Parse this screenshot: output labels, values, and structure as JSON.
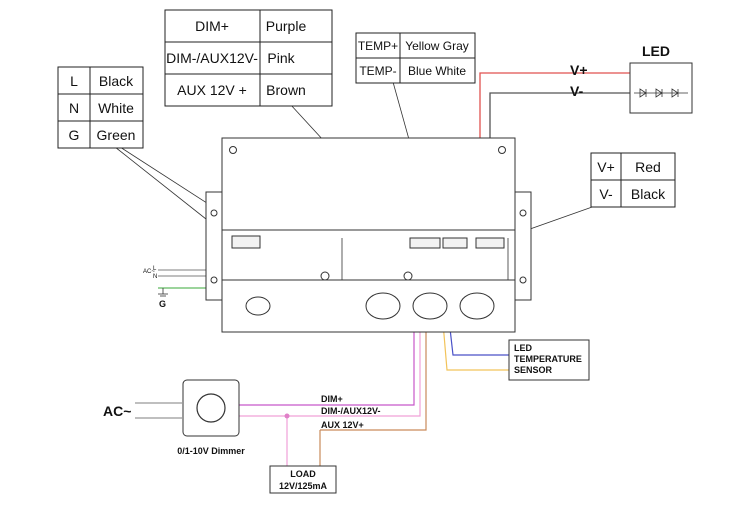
{
  "tables": {
    "dim": [
      {
        "signal": "DIM+",
        "color": "Purple"
      },
      {
        "signal": "DIM-/AUX12V-",
        "color": "Pink"
      },
      {
        "signal": "AUX 12V +",
        "color": "Brown"
      }
    ],
    "temp": [
      {
        "signal": "TEMP+",
        "color": "Yellow Gray"
      },
      {
        "signal": "TEMP-",
        "color": "Blue White"
      }
    ],
    "ac": [
      {
        "signal": "L",
        "color": "Black"
      },
      {
        "signal": "N",
        "color": "White"
      },
      {
        "signal": "G",
        "color": "Green"
      }
    ],
    "output": [
      {
        "signal": "V+",
        "color": "Red"
      },
      {
        "signal": "V-",
        "color": "Black"
      }
    ]
  },
  "labels": {
    "led": "LED",
    "v_plus": "V+",
    "v_minus": "V-",
    "sensor_line1": "LED",
    "sensor_line2": "TEMPERATURE",
    "sensor_line3": "SENSOR",
    "ac_input": "AC~",
    "dimmer": "0/1-10V Dimmer",
    "dim_plus": "DIM+",
    "dim_minus": "DIM-/AUX12V-",
    "aux_plus": "AUX 12V+",
    "load_line1": "LOAD",
    "load_line2": "12V/125mA",
    "terminal_l": "L",
    "terminal_n": "N",
    "terminal_ac": "AC~",
    "ground": "G"
  },
  "wire_colors": {
    "red": "#e0524f",
    "black": "#555555",
    "purple": "#c757c9",
    "pink": "#f0a0d8",
    "brown": "#c98a5a",
    "blue": "#4a52c8",
    "yellow": "#f2c35a",
    "green": "#3aa83a"
  }
}
